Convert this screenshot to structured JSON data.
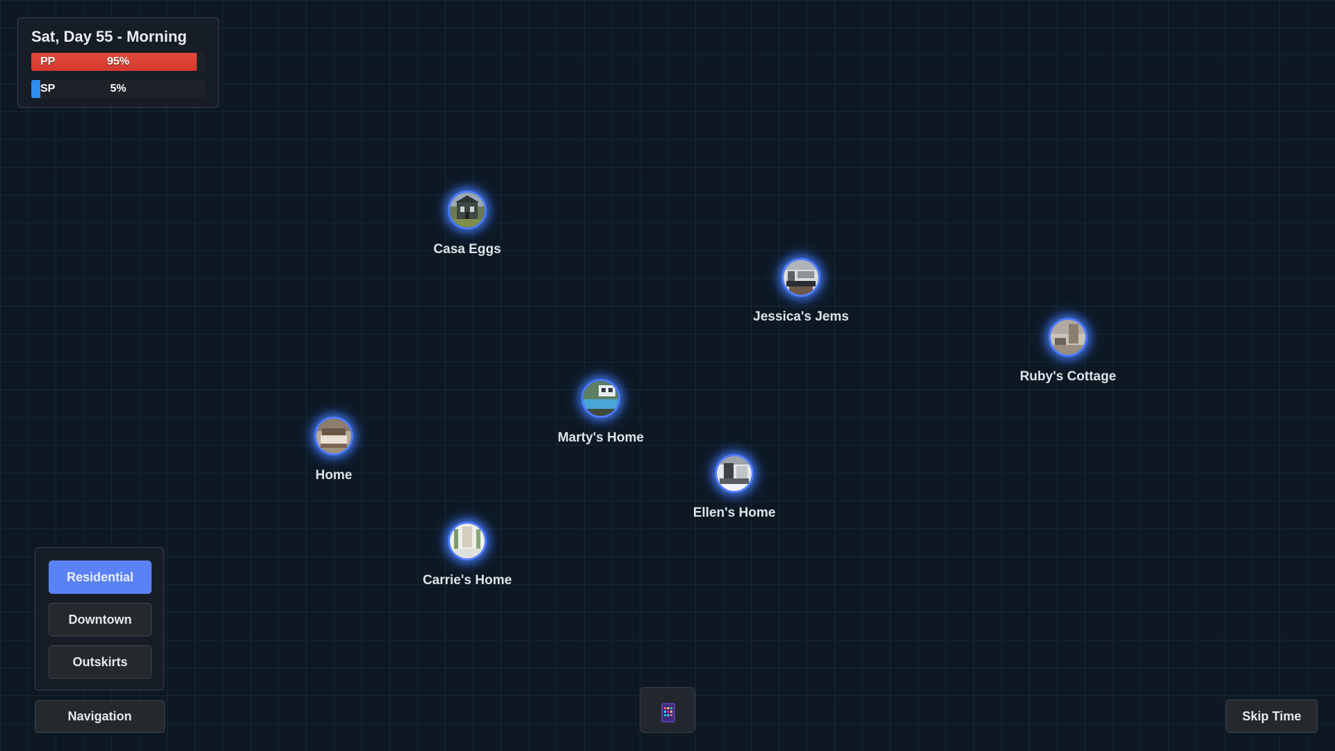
{
  "status": {
    "title": "Sat, Day 55 - Morning",
    "pp": {
      "label": "PP",
      "value_text": "95%",
      "value": 0.95,
      "color": "#d9402f"
    },
    "sp": {
      "label": "SP",
      "value_text": "5%",
      "value": 0.05,
      "color": "#2f8df0"
    }
  },
  "locations": [
    {
      "name": "Casa Eggs",
      "icon": "mansion-exterior-icon"
    },
    {
      "name": "Jessica's Jems",
      "icon": "shop-interior-icon"
    },
    {
      "name": "Ruby's Cottage",
      "icon": "cottage-interior-icon"
    },
    {
      "name": "Marty's Home",
      "icon": "pool-house-icon"
    },
    {
      "name": "Home",
      "icon": "bedroom-icon"
    },
    {
      "name": "Ellen's Home",
      "icon": "modern-living-room-icon"
    },
    {
      "name": "Carrie's Home",
      "icon": "white-hallway-icon"
    }
  ],
  "districts": {
    "items": [
      "Residential",
      "Downtown",
      "Outskirts"
    ],
    "active": "Residential",
    "accent": "#5b82f5"
  },
  "navigation_label": "Navigation",
  "phone_icon": "phone-apps-icon",
  "skip_time_label": "Skip Time"
}
